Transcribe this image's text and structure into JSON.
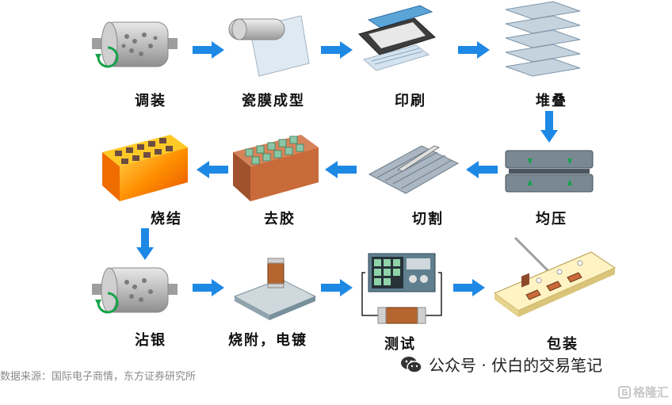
{
  "steps": {
    "s1": "调装",
    "s2": "瓷膜成型",
    "s3": "印刷",
    "s4": "堆叠",
    "s5": "均压",
    "s6": "切割",
    "s7": "去胶",
    "s8": "烧结",
    "s9": "沾银",
    "s10": "烧附，电镀",
    "s11": "测试",
    "s12": "包装"
  },
  "footer": {
    "source": "数据来源：国际电子商情，东方证券研究所",
    "wechat_account": "公众号 · 伏白的交易笔记",
    "watermark": "格隆汇"
  },
  "colors": {
    "arrow": "#1e88e5",
    "text": "#111111",
    "source_text": "#8a8a8a",
    "watermark": "#c8c8c8"
  }
}
